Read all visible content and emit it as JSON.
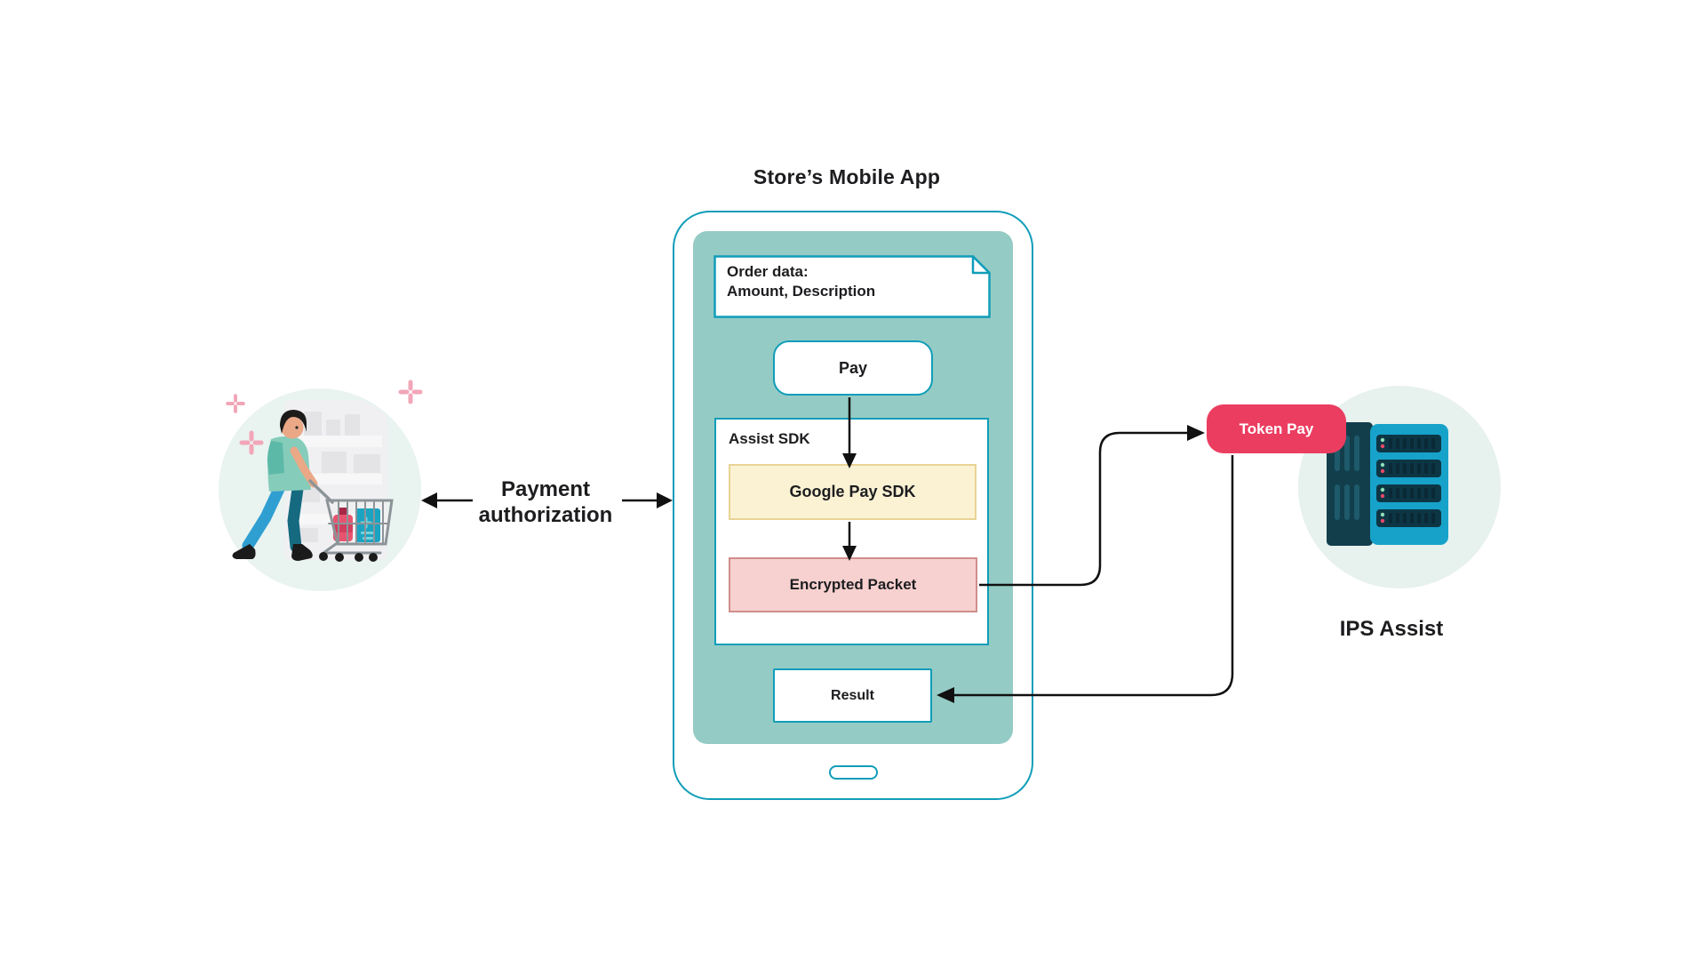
{
  "title": "Store’s Mobile App",
  "phone": {
    "order_box": {
      "line1": "Order data:",
      "line2": "Amount, Description"
    },
    "pay_button": "Pay",
    "assist_sdk": {
      "label": "Assist SDK",
      "google_pay_sdk": "Google Pay SDK",
      "encrypted_packet": "Encrypted Packet"
    },
    "result_box": "Result"
  },
  "left": {
    "payment_authorization": "Payment authorization"
  },
  "right": {
    "token_pay": "Token Pay",
    "ips_assist": "IPS Assist"
  },
  "icons": {
    "document_fold": "folded-corner",
    "home_button": "pill-outline",
    "sparkle": "plus-sparkle",
    "shopper": "person-with-shopping-cart",
    "server": "server-rack"
  },
  "colors": {
    "teal_border": "#109db9",
    "screen_teal": "#95cbc5",
    "yellow_fill": "#fbf2d3",
    "yellow_border": "#e9d395",
    "pink_fill": "#f7d1cf",
    "pink_border": "#cf8e8c",
    "token_pink": "#eb3d60",
    "circle_mint": "#e9f3f0",
    "arrow_black": "#111111",
    "server_front": "#17a2ca",
    "server_dark": "#123e4c"
  }
}
